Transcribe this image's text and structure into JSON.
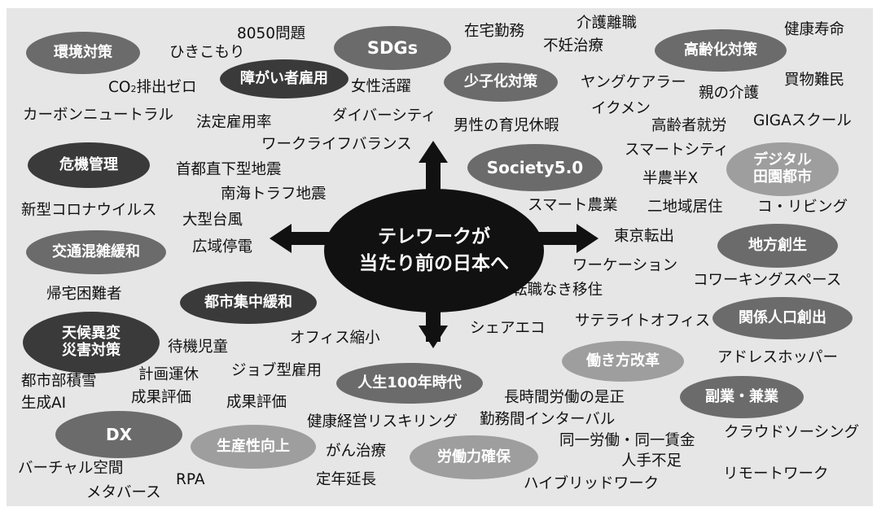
{
  "center": {
    "line1": "テレワークが",
    "line2": "当たり前の日本へ"
  },
  "nodes": {
    "kankyo": "環境対策",
    "shogai": "障がい者雇用",
    "sdgs": "SDGs",
    "shoshika": "少子化対策",
    "koreika": "高齢化対策",
    "kiki": "危機管理",
    "society": "Society5.0",
    "digital1": "デジタル",
    "digital2": "田園都市",
    "kotsu": "交通混雑緩和",
    "chiho": "地方創生",
    "toshi": "都市集中緩和",
    "tenko1": "天候異変",
    "tenko2": "災害対策",
    "kankei": "関係人口創出",
    "hataraki": "働き方改革",
    "jinsei": "人生100年時代",
    "fukugyo": "副業・兼業",
    "dx": "DX",
    "seisan": "生産性向上",
    "rodo": "労働力確保"
  },
  "words": {
    "w8050": "8050問題",
    "hikikomori": "ひきこもり",
    "co2_main": "CO",
    "co2_sub": "2",
    "co2_rest": "排出ゼロ",
    "carbon": "カーボンニュートラル",
    "zaitaku": "在宅勤務",
    "kaigo_rishoku": "介護離職",
    "kenko_jumyo": "健康寿命",
    "funin": "不妊治療",
    "josei": "女性活躍",
    "young": "ヤングケアラー",
    "kaimono": "買物難民",
    "oya": "親の介護",
    "diversity": "ダイバーシティ",
    "ikumen": "イクメン",
    "hotei": "法定雇用率",
    "dansei": "男性の育児休暇",
    "koreisha": "高齢者就労",
    "giga": "GIGAスクール",
    "wlb": "ワークライフバランス",
    "smartcity": "スマートシティ",
    "shuto": "首都直下型地震",
    "hanno": "半農半X",
    "nankai": "南海トラフ地震",
    "corona": "新型コロナウイルス",
    "smart_nogyo": "スマート農業",
    "nichiiki": "二地域居住",
    "coliving": "コ・リビング",
    "taifu": "大型台風",
    "tokyo": "東京転出",
    "koiki": "広域停電",
    "workation": "ワーケーション",
    "coworking": "コワーキングスペース",
    "kitaku": "帰宅困難者",
    "tenshoku": "転職なき移住",
    "satellite": "サテライトオフィス",
    "shea": "シェアエコ",
    "office": "オフィス縮小",
    "taiki": "待機児童",
    "address": "アドレスホッパー",
    "job": "ジョブ型雇用",
    "toshi_sekisetsu": "都市部積雪",
    "keikaku": "計画運休",
    "seika1": "成果評価",
    "seikai": "生成AI",
    "seika2": "成果評価",
    "choujikan": "長時間労働の是正",
    "reskill": "健康経営リスキリング",
    "kinmu": "勤務間インターバル",
    "crowd": "クラウドソーシング",
    "doitsu": "同一労働・同一賃金",
    "gan": "がん治療",
    "jinteki": "人手不足",
    "virtual": "バーチャル空間",
    "rpa": "RPA",
    "teinen": "定年延長",
    "remote": "リモートワーク",
    "meta": "メタバース",
    "hybrid": "ハイブリッドワーク"
  }
}
